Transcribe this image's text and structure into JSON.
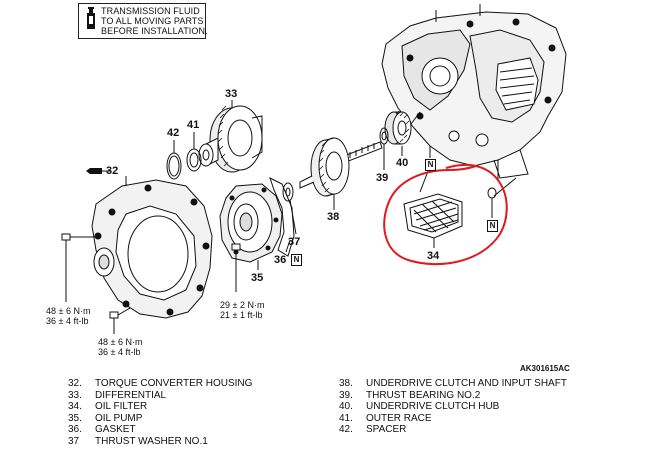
{
  "notice": {
    "line1": "TRANSMISSION FLUID",
    "line2": "TO ALL MOVING PARTS",
    "line3": "BEFORE INSTALLATION."
  },
  "callouts": {
    "c32": "32",
    "c33": "33",
    "c34": "34",
    "c35": "35",
    "c36": "36",
    "c37": "37",
    "c38": "38",
    "c39": "39",
    "c40": "40",
    "c41": "41",
    "c42": "42"
  },
  "n_marker": "N",
  "torque_specs": {
    "a": {
      "nm": "48 ± 6 N·m",
      "ftlb": "36 ± 4 ft-lb"
    },
    "b": {
      "nm": "48 ± 6 N·m",
      "ftlb": "36 ± 4 ft-lb"
    },
    "c": {
      "nm": "29 ± 2 N·m",
      "ftlb": "21 ± 1 ft-lb"
    }
  },
  "figure_ref": "AK301615AC",
  "legend_left": [
    {
      "num": "32.",
      "text": "TORQUE CONVERTER HOUSING"
    },
    {
      "num": "33.",
      "text": "DIFFERENTIAL"
    },
    {
      "num": "34.",
      "text": "OIL FILTER"
    },
    {
      "num": "35.",
      "text": "OIL PUMP"
    },
    {
      "num": "36.",
      "text": "GASKET"
    },
    {
      "num": "37",
      "text": "THRUST WASHER NO.1"
    }
  ],
  "legend_right": [
    {
      "num": "38.",
      "text": "UNDERDRIVE CLUTCH AND INPUT SHAFT"
    },
    {
      "num": "39.",
      "text": "THRUST BEARING NO.2"
    },
    {
      "num": "40.",
      "text": "UNDERDRIVE CLUTCH HUB"
    },
    {
      "num": "41.",
      "text": "OUTER RACE"
    },
    {
      "num": "42.",
      "text": "SPACER"
    }
  ],
  "colors": {
    "ink": "#111111",
    "highlight": "#e0191e"
  }
}
